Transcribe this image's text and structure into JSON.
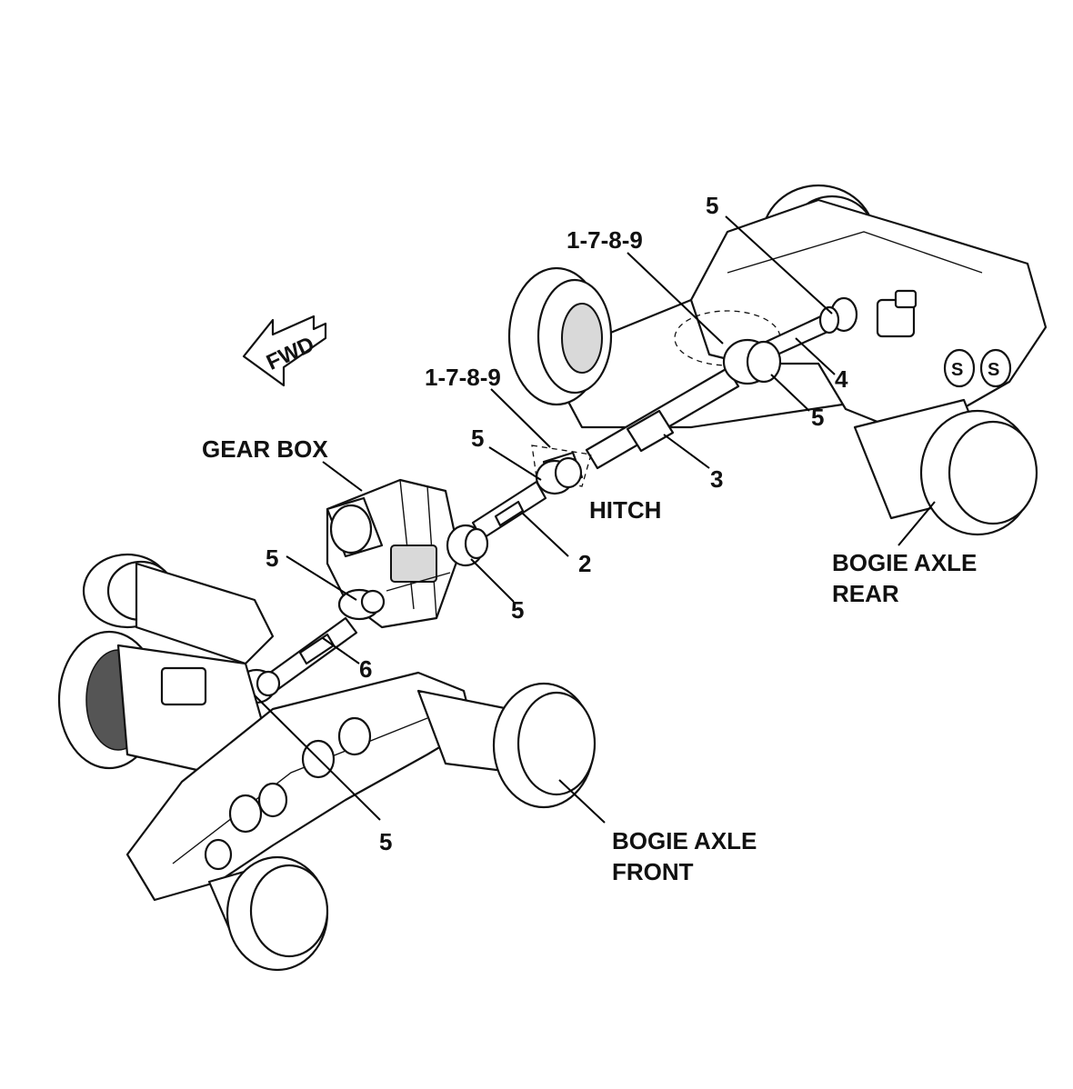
{
  "labels": {
    "fwd": "FWD",
    "gear_box": "GEAR BOX",
    "hitch": "HITCH",
    "bogie_axle_rear_line1": "BOGIE AXLE",
    "bogie_axle_rear_line2": "REAR",
    "bogie_axle_front_line1": "BOGIE AXLE",
    "bogie_axle_front_line2": "FRONT",
    "callout_1789_upper": "1-7-8-9",
    "callout_1789_lower": "1-7-8-9",
    "callout_5_rear_top": "5",
    "callout_5_rear_bottom": "5",
    "callout_4": "4",
    "callout_3": "3",
    "callout_5_hitch": "5",
    "callout_2": "2",
    "callout_5_gearbox_front": "5",
    "callout_5_gearbox_rear": "5",
    "callout_6": "6",
    "callout_5_front_axle": "5"
  },
  "colors": {
    "line": "#111111",
    "shade": "#d9d9d9",
    "background": "#ffffff"
  }
}
